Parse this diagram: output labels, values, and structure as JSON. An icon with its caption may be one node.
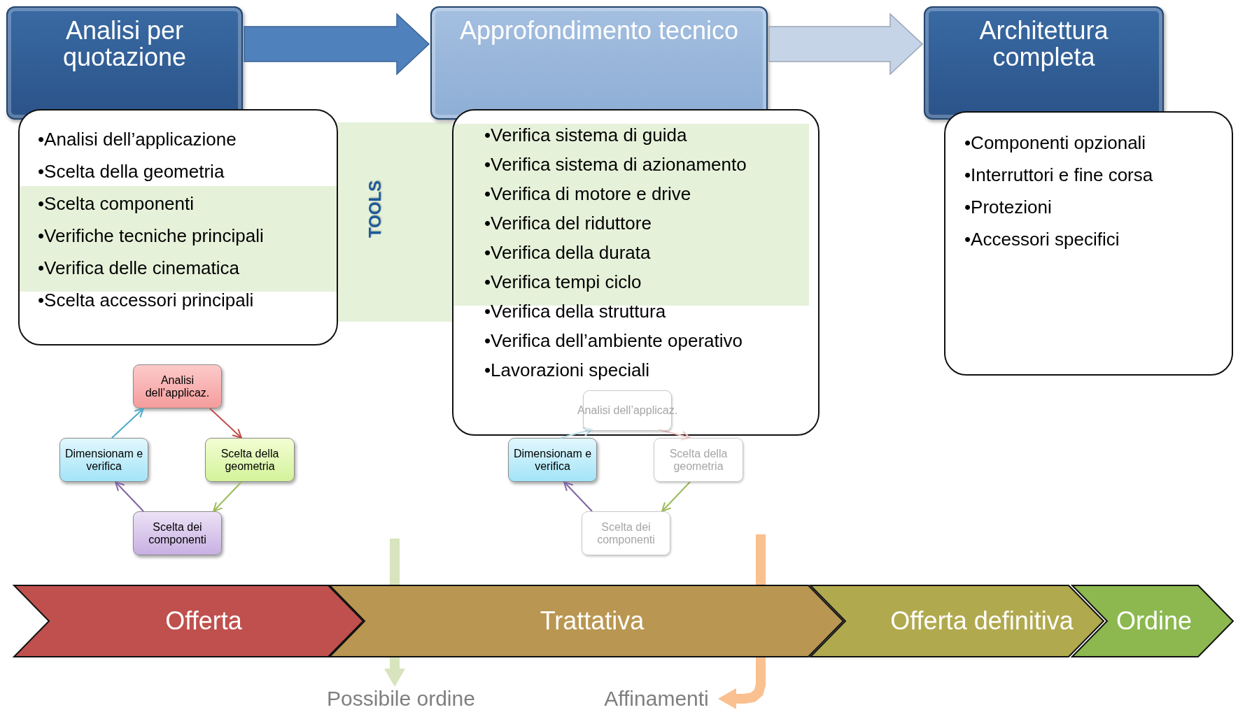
{
  "diagram": {
    "nodes": [
      {
        "text": [
          "Analisi per quotazione"
        ]
      },
      {
        "text": [
          "Approfondimento tecnico"
        ]
      },
      {
        "text": [
          "Architettura completa"
        ]
      },
      {
        "text": [
          "•Analisi dell’applicazione",
          "•Scelta della geometria",
          "•Scelta componenti",
          "•Verifiche tecniche principali",
          "•Verifica delle cinematica",
          "•Scelta accessori principali"
        ]
      },
      {
        "text": [
          "•Verifica sistema di guida",
          "•Verifica sistema di azionamento",
          "•Verifica di motore e drive",
          "•Verifica del riduttore",
          "•Verifica della durata",
          "•Verifica tempi ciclo",
          "•Verifica della struttura",
          "•Verifica dell’ambiente operativo",
          "•Lavorazioni speciali"
        ]
      },
      {
        "text": [
          "•Componenti opzionali",
          "•Interruttori e fine corsa",
          "•Protezioni",
          "•Accessori specifici"
        ]
      },
      {
        "text": [
          "Analisi dell’applicaz."
        ]
      },
      {
        "text": [
          "Dimensionam e verifica"
        ]
      },
      {
        "text": [
          "Scelta della geometria"
        ]
      },
      {
        "text": [
          "Scelta dei componenti"
        ]
      },
      {
        "text": [
          "Analisi dell’applicaz."
        ],
        "in": 4
      },
      {
        "text": [
          "Dimensionam e verifica"
        ]
      },
      {
        "text": [
          "Scelta della geometria"
        ]
      },
      {
        "text": [
          "Scelta dei componenti"
        ]
      },
      {
        "text": [
          "Offerta"
        ]
      },
      {
        "text": [
          "Trattativa"
        ]
      },
      {
        "text": [
          "Offerta definitiva"
        ]
      },
      {
        "text": [
          "Ordine"
        ]
      },
      {
        "text": [
          "Possibile ordine"
        ]
      },
      {
        "text": [
          "Affinamenti"
        ]
      }
    ],
    "edges": [
      {
        "from": 0,
        "to": 1,
        "arrow": "to",
        "style": "thick",
        "color": "#4f81bd"
      },
      {
        "from": 1,
        "to": 2,
        "arrow": "to",
        "style": "thick",
        "color": "#c6d4e8"
      },
      {
        "from": 6,
        "to": 8,
        "arrow": "to",
        "color": "#c0504d"
      },
      {
        "from": 8,
        "to": 9,
        "arrow": "to",
        "color": "#9bbb59"
      },
      {
        "from": 9,
        "to": 7,
        "arrow": "to",
        "color": "#8064a2"
      },
      {
        "from": 7,
        "to": 6,
        "arrow": "to",
        "color": "#4bacc6"
      },
      {
        "from": 10,
        "to": 12,
        "arrow": "to",
        "color": "#f2c4c3"
      },
      {
        "from": 12,
        "to": 13,
        "arrow": "to",
        "color": "#9bbb59"
      },
      {
        "from": 13,
        "to": 11,
        "arrow": "to",
        "color": "#8064a2"
      },
      {
        "from": 11,
        "to": 10,
        "arrow": "to",
        "color": "#b7dde8"
      },
      {
        "from": null,
        "to": 18,
        "arrow": "to",
        "style": "thick",
        "color": "#d7e4bd"
      },
      {
        "from": null,
        "to": 19,
        "arrow": "to",
        "style": "thick",
        "color": "#fac090"
      }
    ],
    "labels": [
      "TOOLS"
    ]
  }
}
